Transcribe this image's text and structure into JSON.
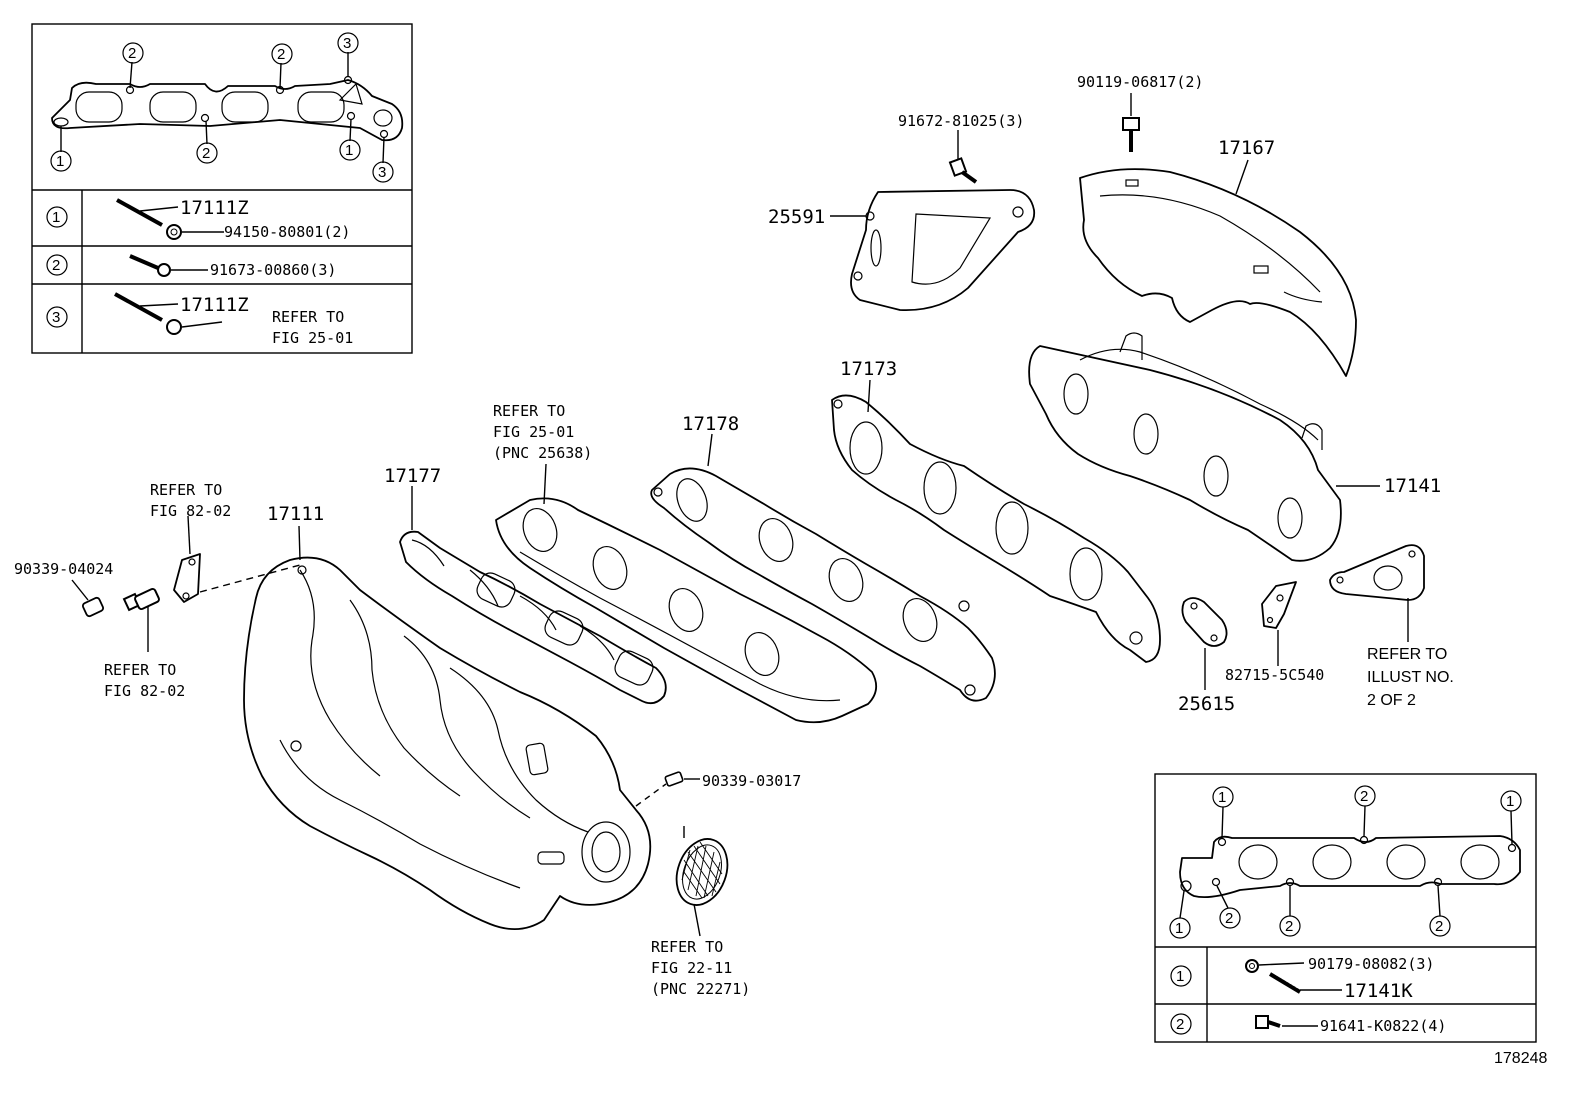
{
  "figure_id": "178248",
  "inset_top": {
    "callout_numbers": [
      "1",
      "2",
      "3"
    ],
    "rows": [
      {
        "num": "1",
        "part_a": "17111Z",
        "part_b": "94150-80801(2)"
      },
      {
        "num": "2",
        "part_a": "91673-00860(3)"
      },
      {
        "num": "3",
        "part_a": "17111Z",
        "ref_1": "REFER TO",
        "ref_2": "FIG 25-01"
      }
    ]
  },
  "inset_bottom": {
    "callout_numbers": [
      "1",
      "2"
    ],
    "rows": [
      {
        "num": "1",
        "part_a": "90179-08082(3)",
        "part_b": "17141K"
      },
      {
        "num": "2",
        "part_a": "91641-K0822(4)"
      }
    ]
  },
  "parts": {
    "p90119": "90119-06817(2)",
    "p91672": "91672-81025(3)",
    "p17167": "17167",
    "p25591": "25591",
    "p17173": "17173",
    "p17178": "17178",
    "p17141": "17141",
    "p17177": "17177",
    "p17111": "17111",
    "p90339a": "90339-04024",
    "p90339b": "90339-03017",
    "p25615": "25615",
    "p82715": "82715-5C540"
  },
  "refs": {
    "gasket_ref": [
      "REFER TO",
      "FIG 25-01",
      "(PNC 25638)"
    ],
    "bracket_ref": [
      "REFER TO",
      "FIG 82-02"
    ],
    "sensor_ref": [
      "REFER TO",
      "FIG 82-02"
    ],
    "throttle_ref": [
      "REFER TO",
      "FIG 22-11",
      "(PNC 22271)"
    ],
    "illust_ref": [
      "REFER TO",
      "ILLUST NO.",
      "2 OF 2"
    ]
  }
}
